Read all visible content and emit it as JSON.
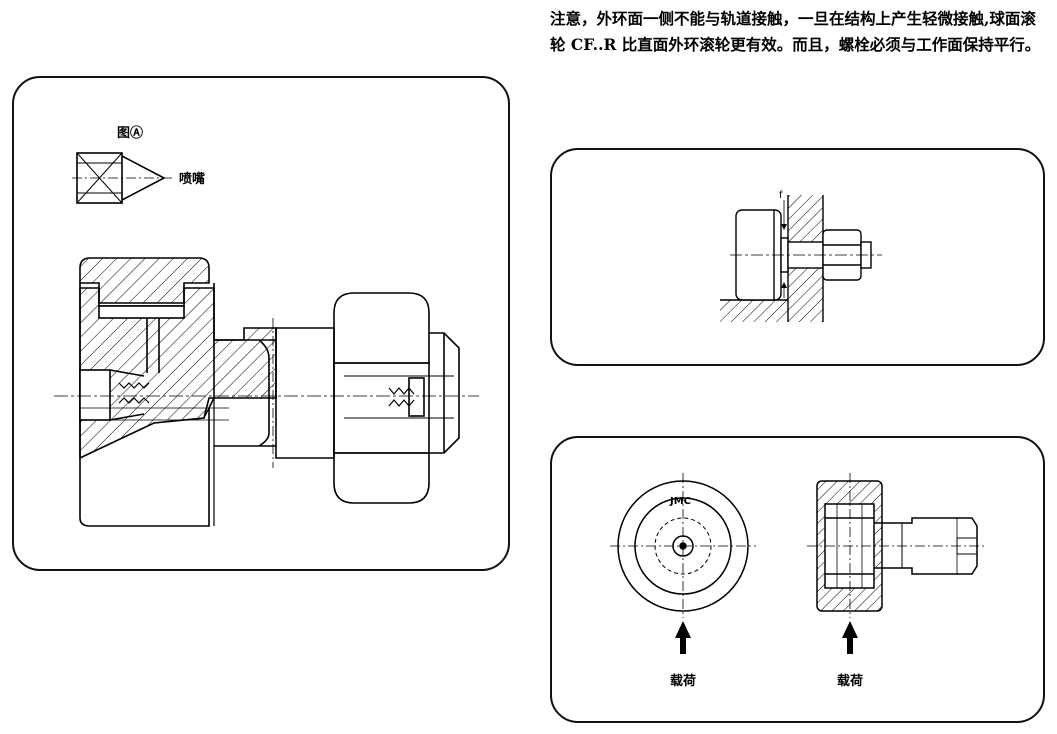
{
  "note": {
    "text": "注意，外环面一侧不能与轨道接触，一旦在结构上产生轻微接触,球面滚轮 CF..R 比直面外环滚轮更有效。而且，螺栓必须与工作面保持平行。"
  },
  "left_panel": {
    "figure_label": "图Ⓐ",
    "nozzle_label": "喷嘴"
  },
  "top_right_panel": {
    "gap_label": "f"
  },
  "bottom_right_panel": {
    "brand_text": "JMC",
    "load_label_left": "载荷",
    "load_label_right": "载荷"
  }
}
